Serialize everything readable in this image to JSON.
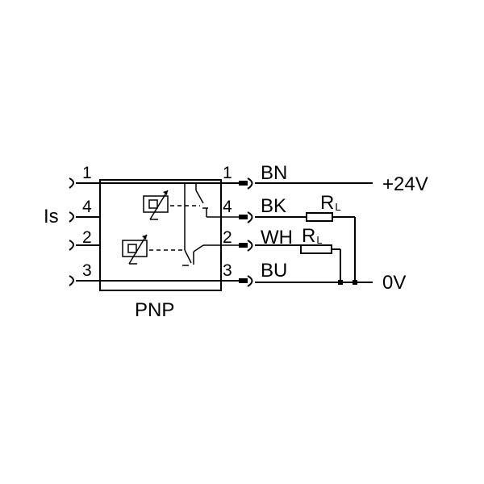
{
  "left_pins": [
    "1",
    "4",
    "2",
    "3"
  ],
  "right_pins": [
    "1",
    "4",
    "2",
    "3"
  ],
  "wire_colors": [
    "BN",
    "BK",
    "WH",
    "BU"
  ],
  "input_label": "Is",
  "supply_positive": "+24V",
  "supply_zero": "0V",
  "load_resistor": {
    "letter": "R",
    "subscript": "L"
  },
  "output_type": "PNP"
}
